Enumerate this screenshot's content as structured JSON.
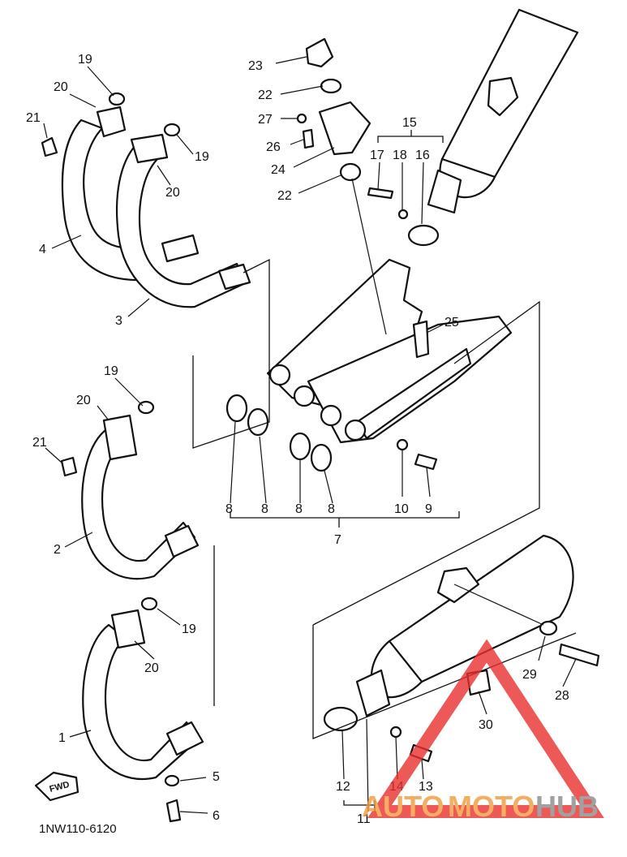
{
  "diagram": {
    "code": "1NW110-6120",
    "fwd_label": "FWD",
    "callouts": {
      "c1": "1",
      "c2": "2",
      "c3": "3",
      "c4": "4",
      "c5": "5",
      "c6": "6",
      "c7": "7",
      "c8a": "8",
      "c8b": "8",
      "c8c": "8",
      "c8d": "8",
      "c9": "9",
      "c10": "10",
      "c11": "11",
      "c12": "12",
      "c13": "13",
      "c14": "14",
      "c15": "15",
      "c16": "16",
      "c17": "17",
      "c18": "18",
      "c19a": "19",
      "c19b": "19",
      "c19c": "19",
      "c19d": "19",
      "c20a": "20",
      "c20b": "20",
      "c20c": "20",
      "c20d": "20",
      "c21a": "21",
      "c21b": "21",
      "c22a": "22",
      "c22b": "22",
      "c23": "23",
      "c24": "24",
      "c25": "25",
      "c26": "26",
      "c27": "27",
      "c28": "28",
      "c29": "29",
      "c30": "30"
    }
  },
  "watermark": {
    "text_auto": "AUTO",
    "text_moto": "MOTO",
    "text_hub": "HUB",
    "color_red": "#e8302e",
    "color_orange": "#f29a3a",
    "color_gray": "#8a8a8a"
  }
}
